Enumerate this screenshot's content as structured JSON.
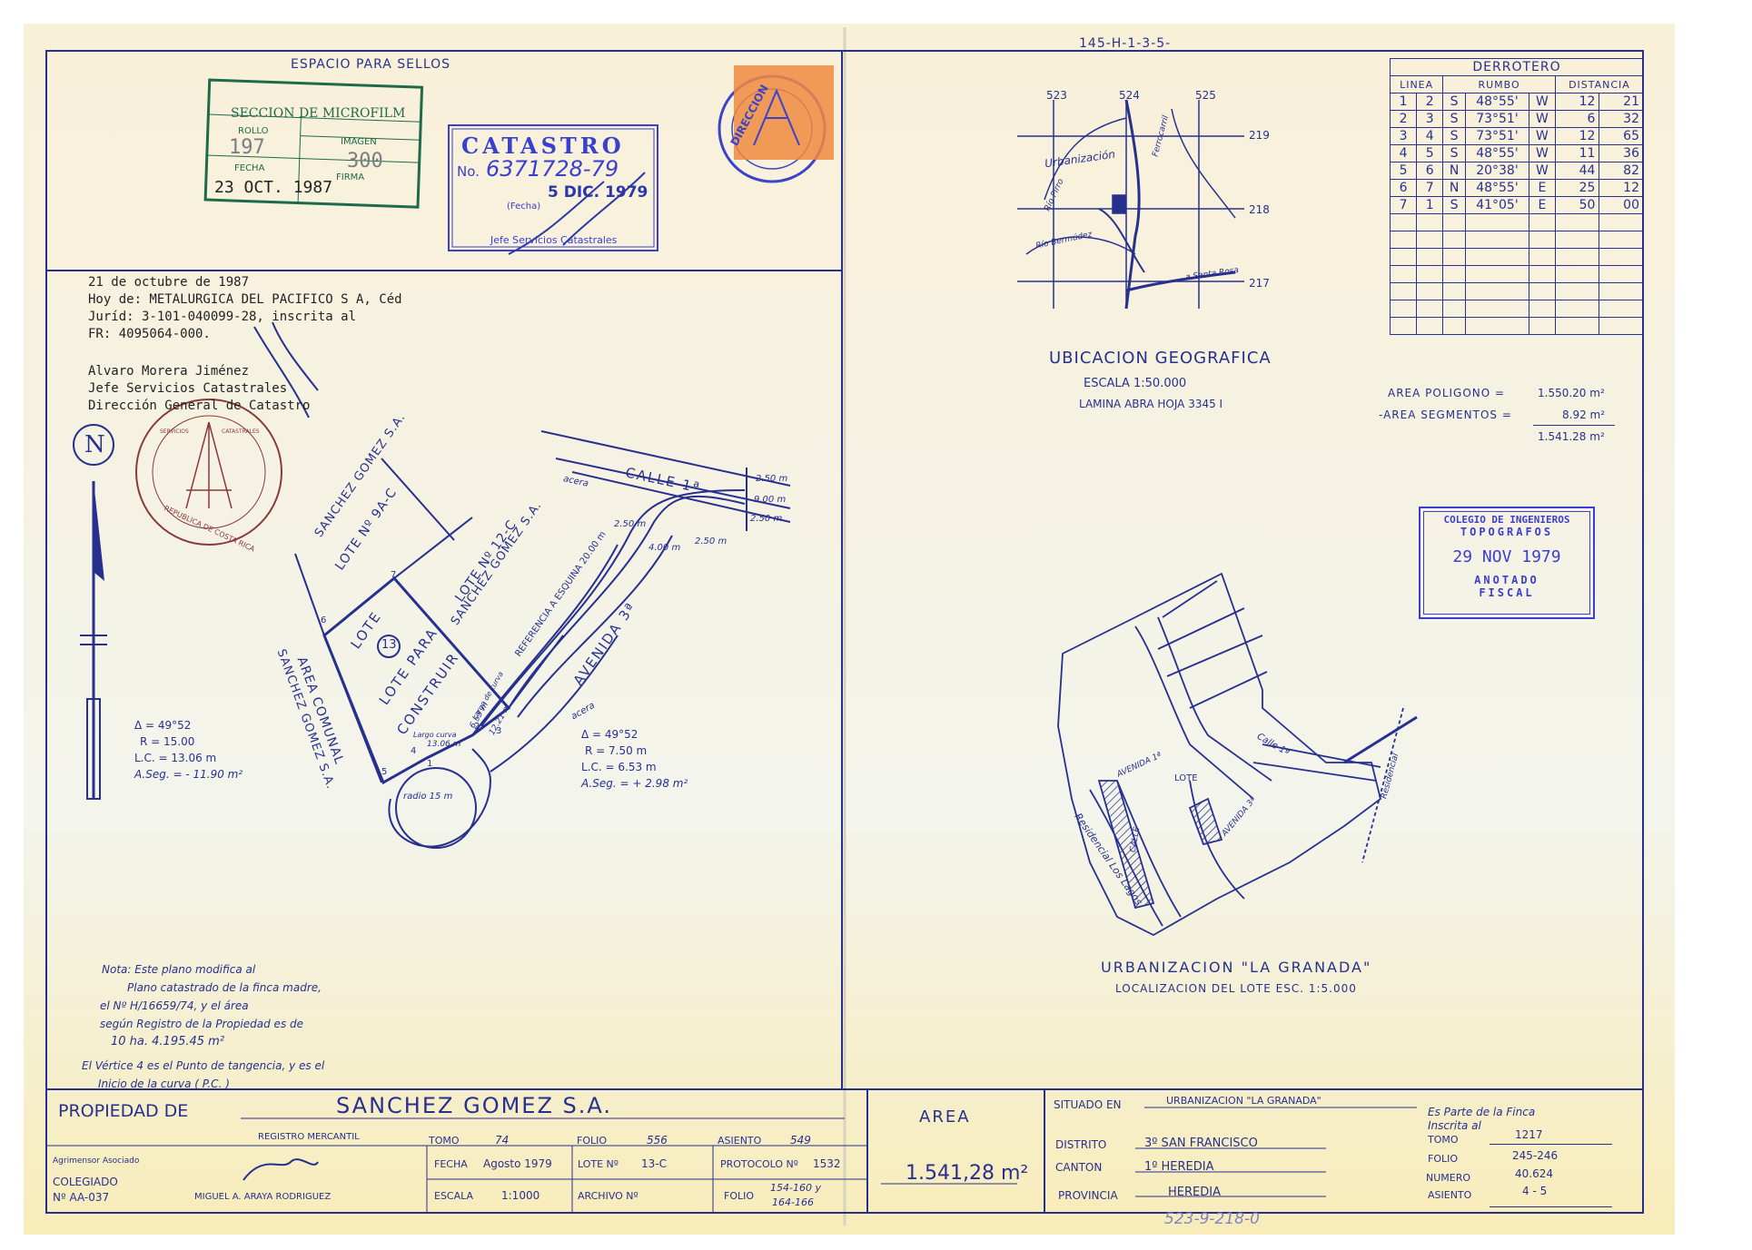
{
  "plan_number_top": "145-H-1-3-5-",
  "plan_number_bottom": "523-9-218-0",
  "stamps_area": {
    "title": "ESPACIO PARA SELLOS",
    "microfilm": {
      "title": "SECCION DE MICROFILM",
      "rollo_label": "ROLLO",
      "rollo": "197",
      "imagen_label": "IMAGEN",
      "imagen": "300",
      "fecha_label": "FECHA",
      "fecha": "23 OCT. 1987",
      "firma_label": "FIRMA"
    },
    "catastro": {
      "title": "CATASTRO",
      "no_label": "No.",
      "number": "6371728-79",
      "date": "5 DIC. 1979",
      "fecha_label": "(Fecha)",
      "jefe": "Jefe Servicios Catastrales"
    },
    "direccion_seal": "DIRECCION"
  },
  "annotation": {
    "lines": [
      "21 de octubre de 1987",
      "Hoy de:  METALURGICA DEL PACIFICO S A, Céd",
      "Juríd: 3-101-040099-28, inscrita al",
      "FR: 4095064-000."
    ],
    "signers": [
      "Alvaro Morera Jiménez",
      "Jefe Servicios Catastrales",
      "Dirección General de Catastro"
    ],
    "seal_text": "REPUBLICA DE COSTA RICA",
    "seal_inner": [
      "SERVICIOS",
      "CATASTRALES"
    ]
  },
  "north": "N",
  "plan": {
    "calle": "CALLE 1ª",
    "avenida": "AVENIDA 3ª",
    "acera": "acera",
    "referencia": "REFERENCIA A ESQUINA 20.00 m",
    "lote_9": [
      "LOTE Nº 9A-C",
      "SANCHEZ GOMEZ S.A."
    ],
    "lote_12": [
      "LOTE Nº 12-C",
      "SANCHEZ GOMEZ S.A."
    ],
    "area_comunal": [
      "AREA COMUNAL",
      "SANCHEZ GOMEZ S.A."
    ],
    "lote_13": [
      "LOTE",
      "13",
      "LOTE PARA",
      "CONSTRUIR"
    ],
    "dims": [
      "2.50 m",
      "9.00 m",
      "2.50 m",
      "2.50 m",
      "2.50 m",
      "4.00 m",
      "radio 15 m"
    ],
    "largo_curva_1": [
      "Largo curva",
      "13.06 m"
    ],
    "largo_curva_2": [
      "Largo de curva",
      "6.53 m"
    ],
    "d12": "12.21 m",
    "vertices": [
      "1",
      "2",
      "3",
      "4",
      "5",
      "6",
      "7"
    ],
    "curve_left": [
      "Δ = 49°52",
      "R = 15.00",
      "L.C. = 13.06 m",
      "A.Seg. = - 11.90 m²"
    ],
    "curve_right": [
      "Δ = 49°52",
      "R = 7.50 m",
      "L.C. = 6.53 m",
      "A.Seg. = + 2.98 m²"
    ]
  },
  "nota": [
    "Nota: Este plano modifica al",
    "Plano catastrado de la finca madre,",
    "el Nº H/16659/74, y el área",
    "según Registro de la Propiedad es de",
    "10 ha. 4.195.45 m²",
    "El Vértice 4 es el Punto de tangencia, y es el",
    "Inicio de la curva  ( P.C. )"
  ],
  "ubicacion": {
    "title": "UBICACION GEOGRAFICA",
    "escala": "ESCALA  1:50.000",
    "lamina": "LAMINA  ABRA  HOJA  3345 I",
    "grid_top": [
      "523",
      "524",
      "525"
    ],
    "grid_right": [
      "219",
      "218",
      "217"
    ],
    "labels": [
      "Urbanización",
      "Río Bermúdez",
      "Río Pirro",
      "Ferrocarril",
      "a Santa Rosa"
    ]
  },
  "derrotero": {
    "title": "DERROTERO",
    "headers": [
      "LINEA",
      "RUMBO",
      "DISTANCIA"
    ],
    "rows": [
      [
        "1",
        "2",
        "S",
        "48°55'",
        "W",
        "12",
        "21"
      ],
      [
        "2",
        "3",
        "S",
        "73°51'",
        "W",
        "6",
        "32"
      ],
      [
        "3",
        "4",
        "S",
        "73°51'",
        "W",
        "12",
        "65"
      ],
      [
        "4",
        "5",
        "S",
        "48°55'",
        "W",
        "11",
        "36"
      ],
      [
        "5",
        "6",
        "N",
        "20°38'",
        "W",
        "44",
        "82"
      ],
      [
        "6",
        "7",
        "N",
        "48°55'",
        "E",
        "25",
        "12"
      ],
      [
        "7",
        "1",
        "S",
        "41°05'",
        "E",
        "50",
        "00"
      ]
    ],
    "empty_rows": 7
  },
  "areas": {
    "poligono_label": "AREA  POLIGONO  =",
    "poligono": "1.550.20 m²",
    "segmentos_label": "-AREA  SEGMENTOS =",
    "segmentos": "8.92 m²",
    "total": "1.541.28 m²"
  },
  "colegio_stamp": [
    "COLEGIO DE INGENIEROS",
    "TOPOGRAFOS",
    "29 NOV 1979",
    "ANOTADO",
    "FISCAL"
  ],
  "urbanizacion": {
    "title": "URBANIZACION  \"LA GRANADA\"",
    "subtitle": "LOCALIZACION  DEL  LOTE  ESC. 1:5.000",
    "labels": [
      "LOTE",
      "Calle 1ª",
      "AVENIDA 1ª",
      "AVENIDA 3ª",
      "CALLE",
      "Residencial Los Lagos",
      "Residencial"
    ]
  },
  "title_block": {
    "propiedad_label": "PROPIEDAD  DE",
    "owner": "SANCHEZ  GOMEZ  S.A.",
    "registro": "REGISTRO  MERCANTIL",
    "tomo_label": "TOMO",
    "tomo": "74",
    "folio_label": "FOLIO",
    "folio": "556",
    "asiento_label": "ASIENTO",
    "asiento": "549",
    "agrimensor": "Agrimensor  Asociado",
    "colegiado": "COLEGIADO",
    "colegiado_no": "Nº  AA-037",
    "surveyor": "MIGUEL A. ARAYA RODRIGUEZ",
    "fecha_label": "FECHA",
    "fecha": "Agosto 1979",
    "lote_label": "LOTE Nº",
    "lote": "13-C",
    "protocolo_label": "PROTOCOLO Nº",
    "protocolo": "1532",
    "escala_label": "ESCALA",
    "escala": "1:1000",
    "archivo_label": "ARCHIVO Nº",
    "folio2_label": "FOLIO",
    "folio2": "154-160 y",
    "folio2b": "164-166",
    "area_label": "AREA",
    "area_value": "1.541,28 m²",
    "situado_label": "SITUADO  EN",
    "situado": "URBANIZACION \"LA GRANADA\"",
    "distrito_label": "DISTRITO",
    "distrito": "3º  SAN FRANCISCO",
    "canton_label": "CANTON",
    "canton": "1º  HEREDIA",
    "provincia_label": "PROVINCIA",
    "provincia": "HEREDIA",
    "finca_label": "Es  Parte  de  la  Finca",
    "inscrita_label": "Inscrita  al",
    "f_tomo_label": "TOMO",
    "f_tomo": "1217",
    "f_folio_label": "FOLIO",
    "f_folio": "245-246",
    "f_numero_label": "NUMERO",
    "f_numero": "40.624",
    "f_asiento_label": "ASIENTO",
    "f_asiento": "4 - 5"
  }
}
